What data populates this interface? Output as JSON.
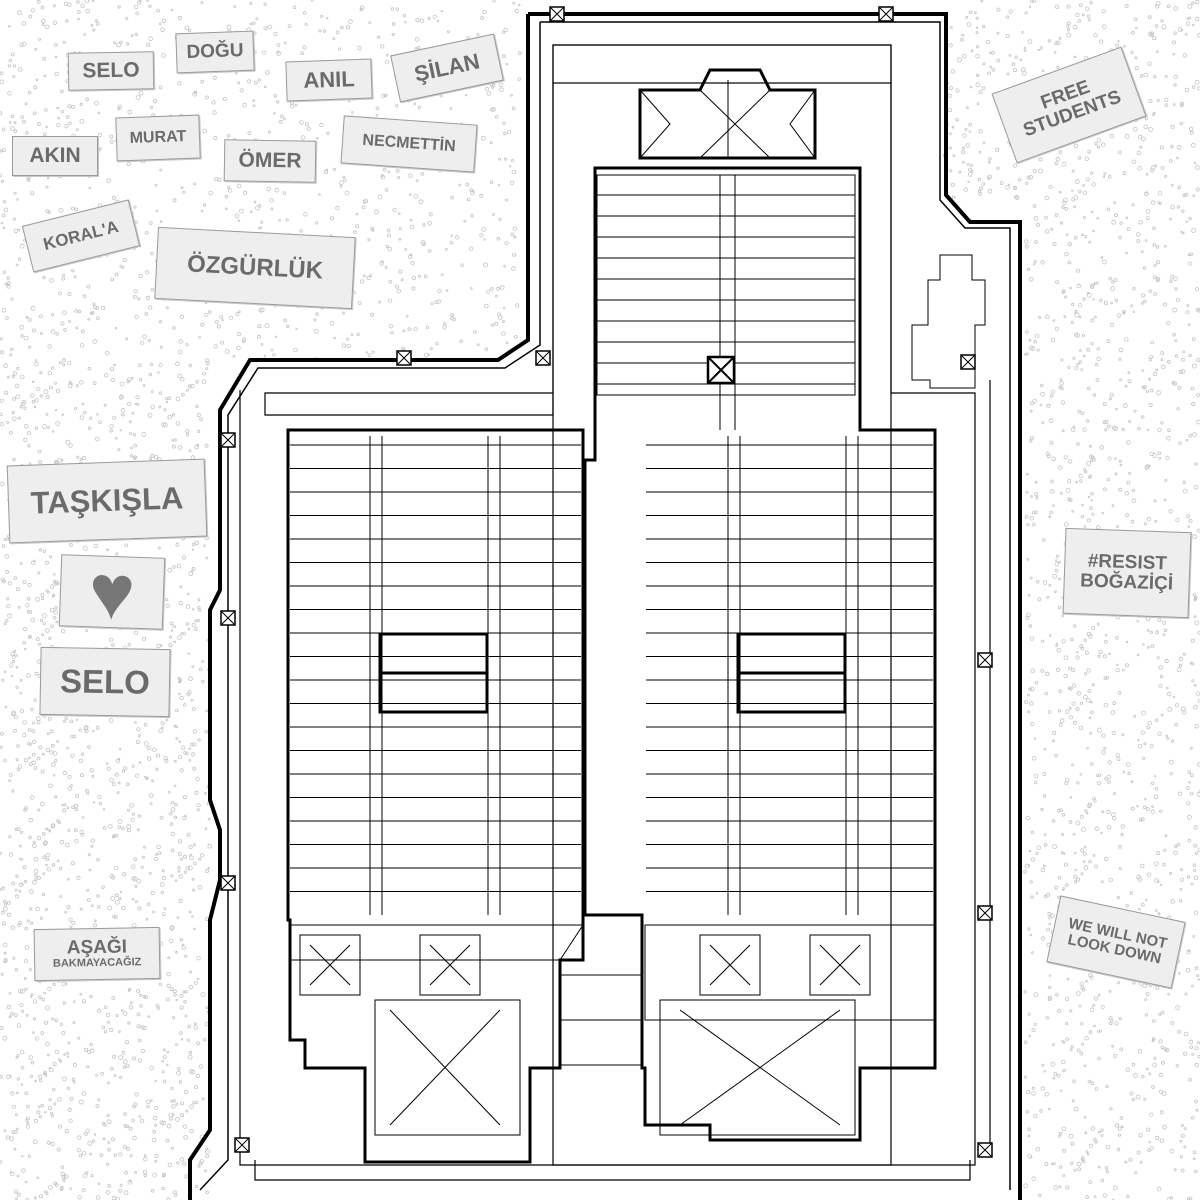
{
  "signs": {
    "selo1": "SELO",
    "dogu": "DOĞU",
    "anil": "ANIL",
    "silan": "ŞİLAN",
    "akin": "AKIN",
    "murat": "MURAT",
    "omer": "ÖMER",
    "necmettin": "NECMETTİN",
    "koral": "KORAL'A",
    "ozgurluk": "ÖZGÜRLÜK",
    "taskisla": "TAŞKIŞLA",
    "heart_icon": "heart-icon",
    "selo2": "SELO",
    "asagi_line1": "AŞAĞI",
    "asagi_line2": "BAKMAYACAĞIZ",
    "free_line1": "FREE",
    "free_line2": "STUDENTS",
    "resist_line1": "#RESIST",
    "resist_line2": "BOĞAZİÇİ",
    "look_line1": "WE WILL NOT",
    "look_line2": "LOOK DOWN"
  },
  "colors": {
    "sign_text": "#6b6b6b",
    "sign_fill": "#eeeeee",
    "plan_line": "#000000",
    "crowd": "#c4c4c4"
  }
}
